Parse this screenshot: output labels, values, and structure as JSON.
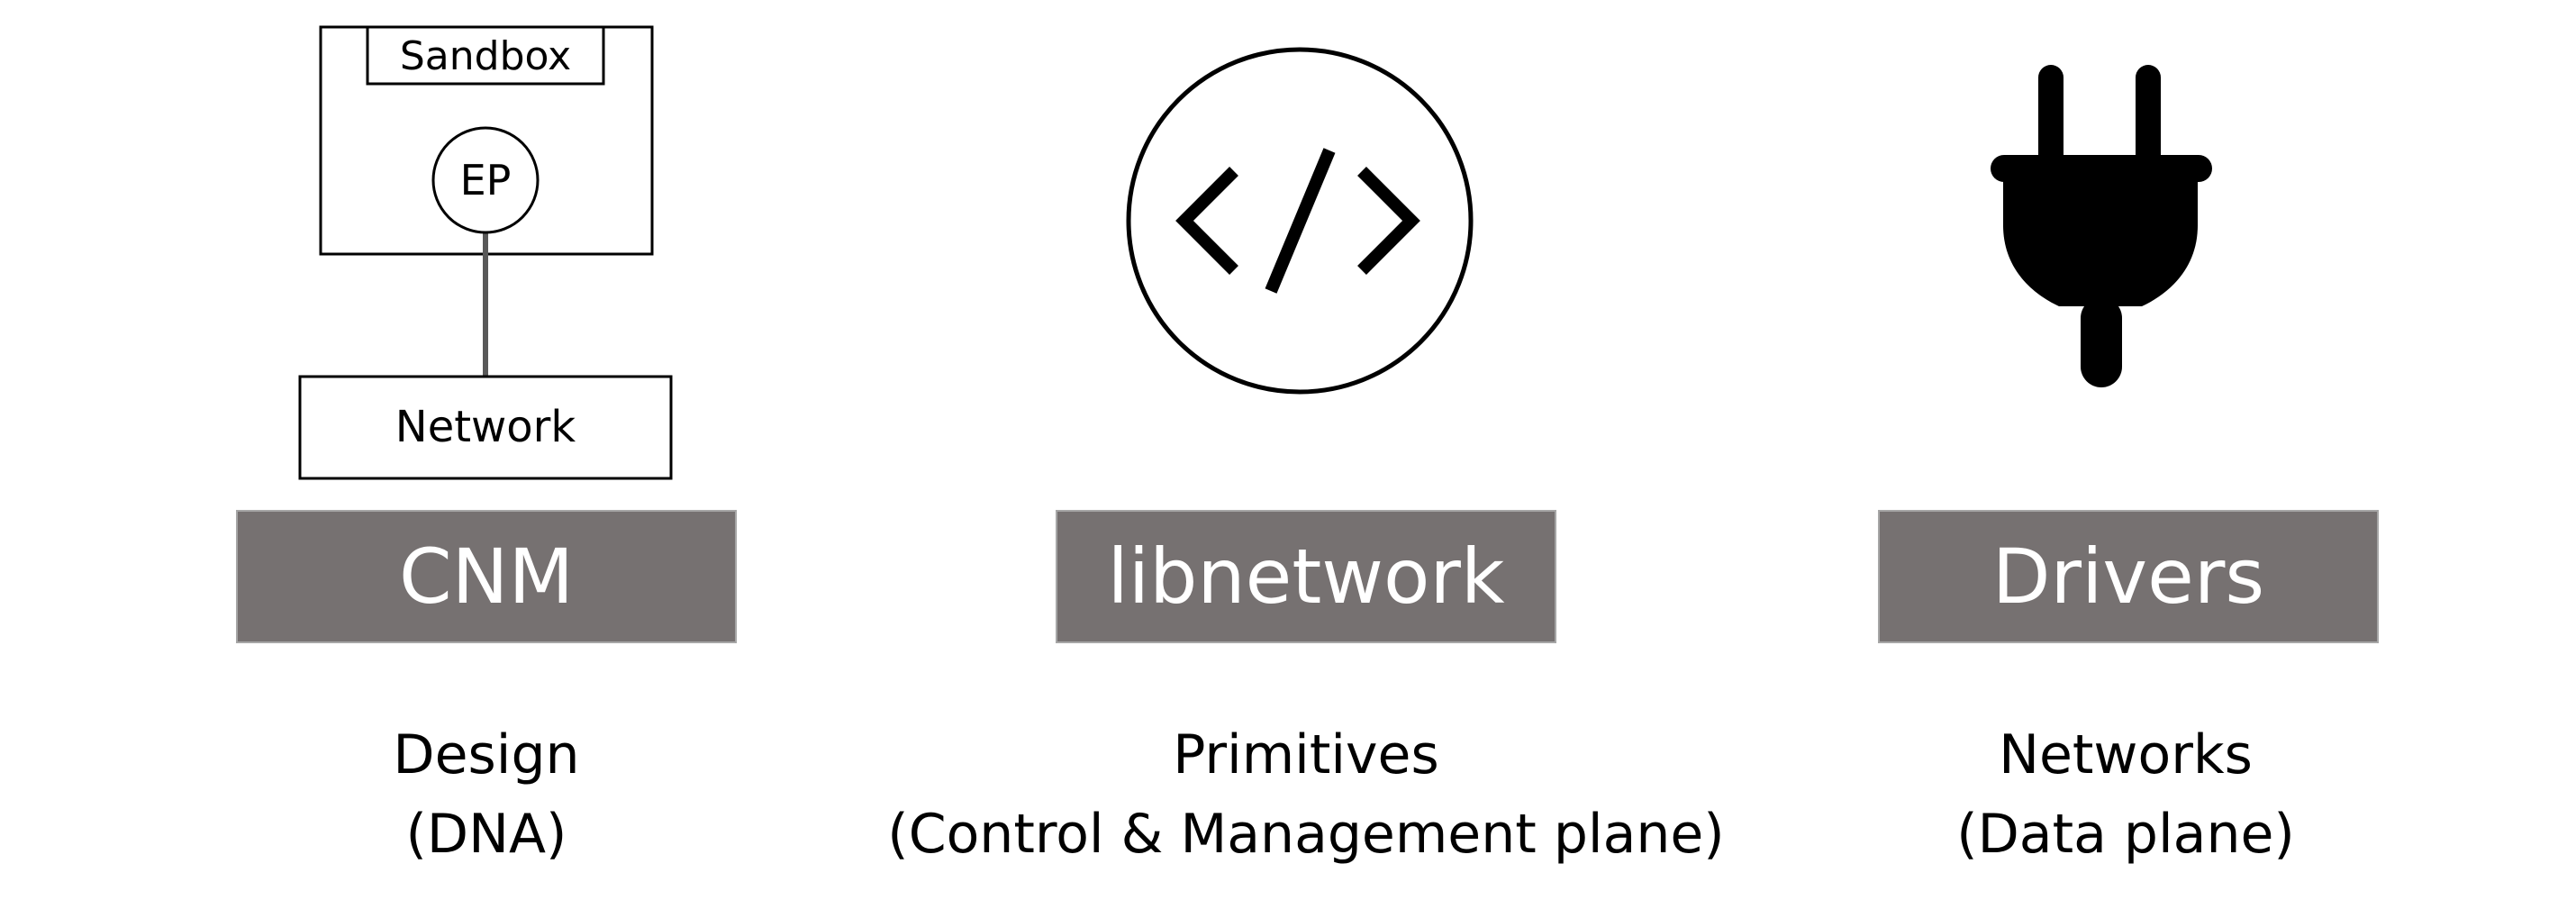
{
  "colors": {
    "box_fill": "#767171",
    "box_text": "#ffffff",
    "line": "#595959",
    "stroke": "#000000"
  },
  "cnm_diagram": {
    "sandbox": "Sandbox",
    "endpoint": "EP",
    "network": "Network"
  },
  "icons": {
    "middle": "code-icon",
    "right": "plug-icon"
  },
  "columns": [
    {
      "title": "CNM",
      "caption_line1": "Design",
      "caption_line2": "(DNA)"
    },
    {
      "title": "libnetwork",
      "caption_line1": "Primitives",
      "caption_line2": "(Control & Management plane)"
    },
    {
      "title": "Drivers",
      "caption_line1": "Networks",
      "caption_line2": "(Data plane)"
    }
  ]
}
